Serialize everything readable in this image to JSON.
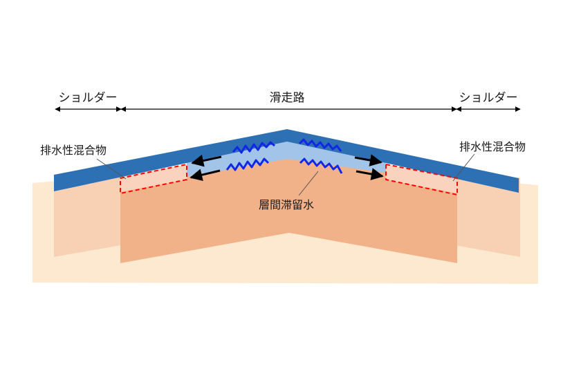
{
  "dimensions": {
    "left": "ショルダー",
    "center": "滑走路",
    "right": "ショルダー"
  },
  "callouts": {
    "left": "排水性混合物",
    "right": "排水性混合物",
    "center": "層間滞留水"
  },
  "colors": {
    "surface": "#2e70b4",
    "water": "#a2c4e8",
    "base": "#f2b289",
    "shoulder": "#f8d1b4",
    "subgrade": "#fde9d0",
    "drainage_box": "#ff0000",
    "water_lines": "#1226e6",
    "arrows": "#000000"
  }
}
